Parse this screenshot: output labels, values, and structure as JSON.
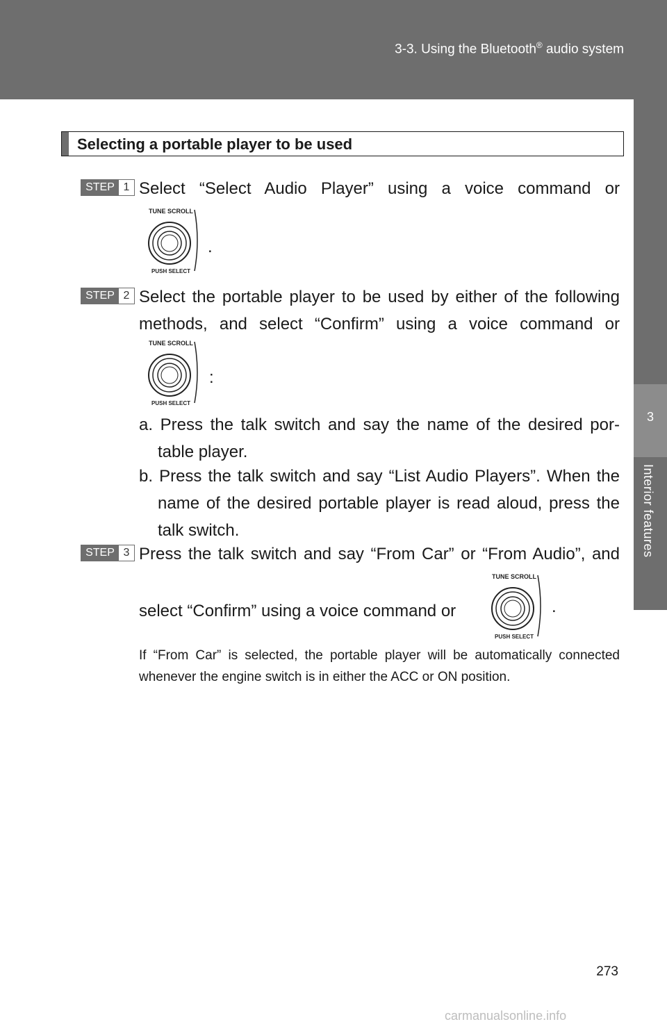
{
  "header": {
    "title_prefix": "3-3. Using the Bluetooth",
    "title_reg": "®",
    "title_suffix": " audio system"
  },
  "side_tab": {
    "number": "3",
    "label": "Interior features"
  },
  "section": {
    "title": "Selecting a portable player to be used"
  },
  "knob": {
    "top_label": "TUNE SCROLL",
    "bottom_label": "PUSH SELECT"
  },
  "steps": [
    {
      "badge_label": "STEP",
      "badge_num": "1",
      "text": "Select “Select Audio Player” using a voice command or",
      "after_knob": "."
    },
    {
      "badge_label": "STEP",
      "badge_num": "2",
      "text": "Select the portable player to be used by either of the following methods, and select “Confirm” using a voice command or",
      "after_knob": ":",
      "items": [
        "a. Press the talk switch and say the name of the desired por- table player.",
        "b. Press the talk switch and say “List Audio Players”. When the name of the desired portable player is read aloud, press the talk switch."
      ]
    },
    {
      "badge_label": "STEP",
      "badge_num": "3",
      "text": "Press the talk switch and say “From Car” or “From Audio”, and",
      "text2": "select “Confirm” using a voice command or",
      "after_knob": "."
    }
  ],
  "note": "If “From Car” is selected, the portable player will be automatically connected whenever the engine switch is in either the ACC or ON position.",
  "page_number": "273",
  "watermark": "carmanualsonline.info"
}
